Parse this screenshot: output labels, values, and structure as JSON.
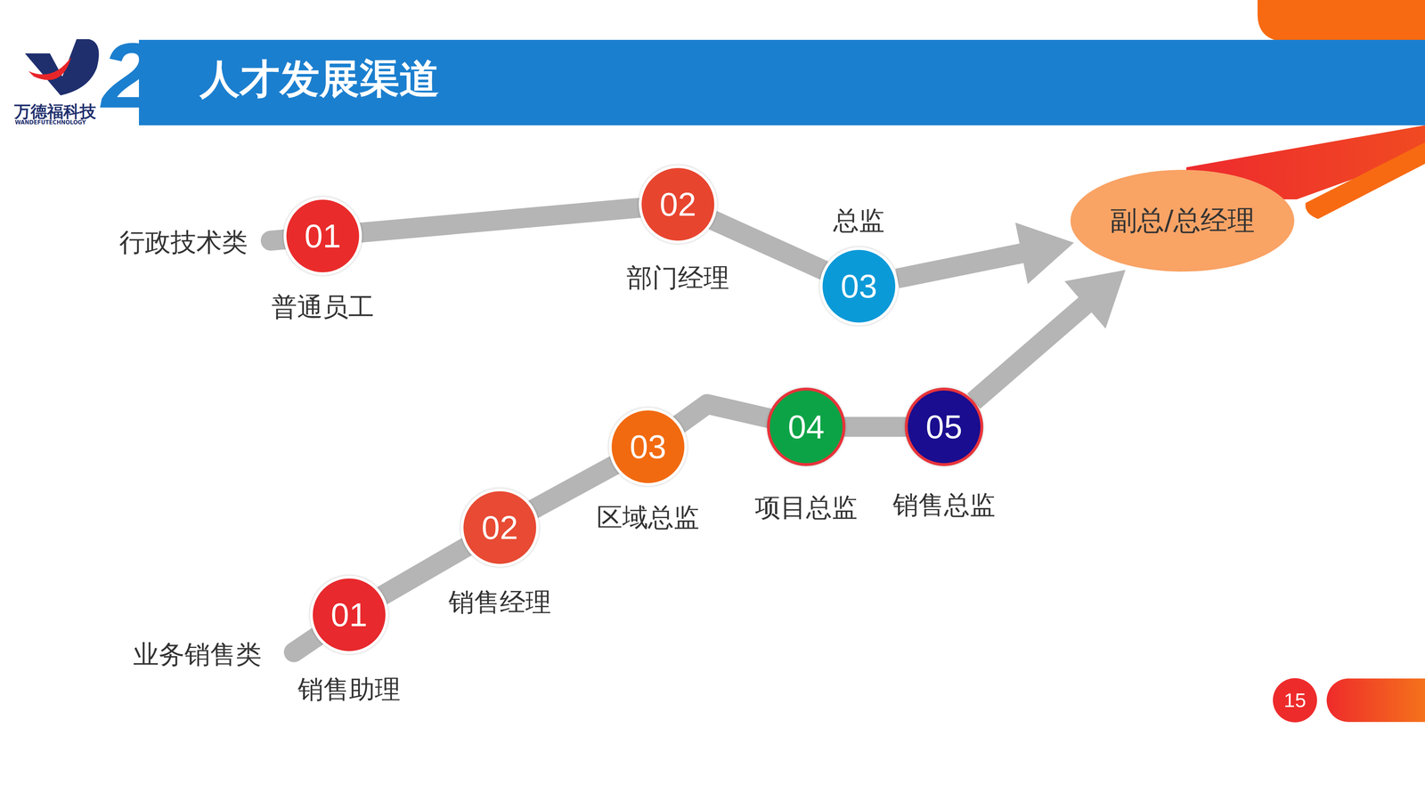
{
  "diagram": {
    "title": "人才发展渠道",
    "nodes": [
      {
        "text": [
          "01",
          "普通员工"
        ]
      },
      {
        "text": [
          "02",
          "部门经理"
        ]
      },
      {
        "text": [
          "03",
          "总监"
        ]
      },
      {
        "text": [
          "副总/总经理"
        ]
      },
      {
        "text": [
          "01",
          "销售助理"
        ]
      },
      {
        "text": [
          "02",
          "销售经理"
        ]
      },
      {
        "text": [
          "03",
          "区域总监"
        ]
      },
      {
        "text": [
          "04",
          "项目总监"
        ]
      },
      {
        "text": [
          "05",
          "销售总监"
        ]
      }
    ],
    "edges": [
      {
        "from": 0,
        "to": 1,
        "arrow": "none"
      },
      {
        "from": 1,
        "to": 2,
        "arrow": "none"
      },
      {
        "from": 2,
        "to": 3,
        "arrow": "to"
      },
      {
        "from": 4,
        "to": 5,
        "arrow": "none"
      },
      {
        "from": 5,
        "to": 6,
        "arrow": "none"
      },
      {
        "from": 6,
        "to": 7,
        "arrow": "none"
      },
      {
        "from": 7,
        "to": 8,
        "arrow": "none"
      },
      {
        "from": 8,
        "to": 3,
        "arrow": "to"
      }
    ],
    "labels": [
      "万德福科技",
      "WANDEFUTECHNOLOGY",
      "2",
      "行政技术类",
      "业务销售类",
      "15"
    ]
  }
}
